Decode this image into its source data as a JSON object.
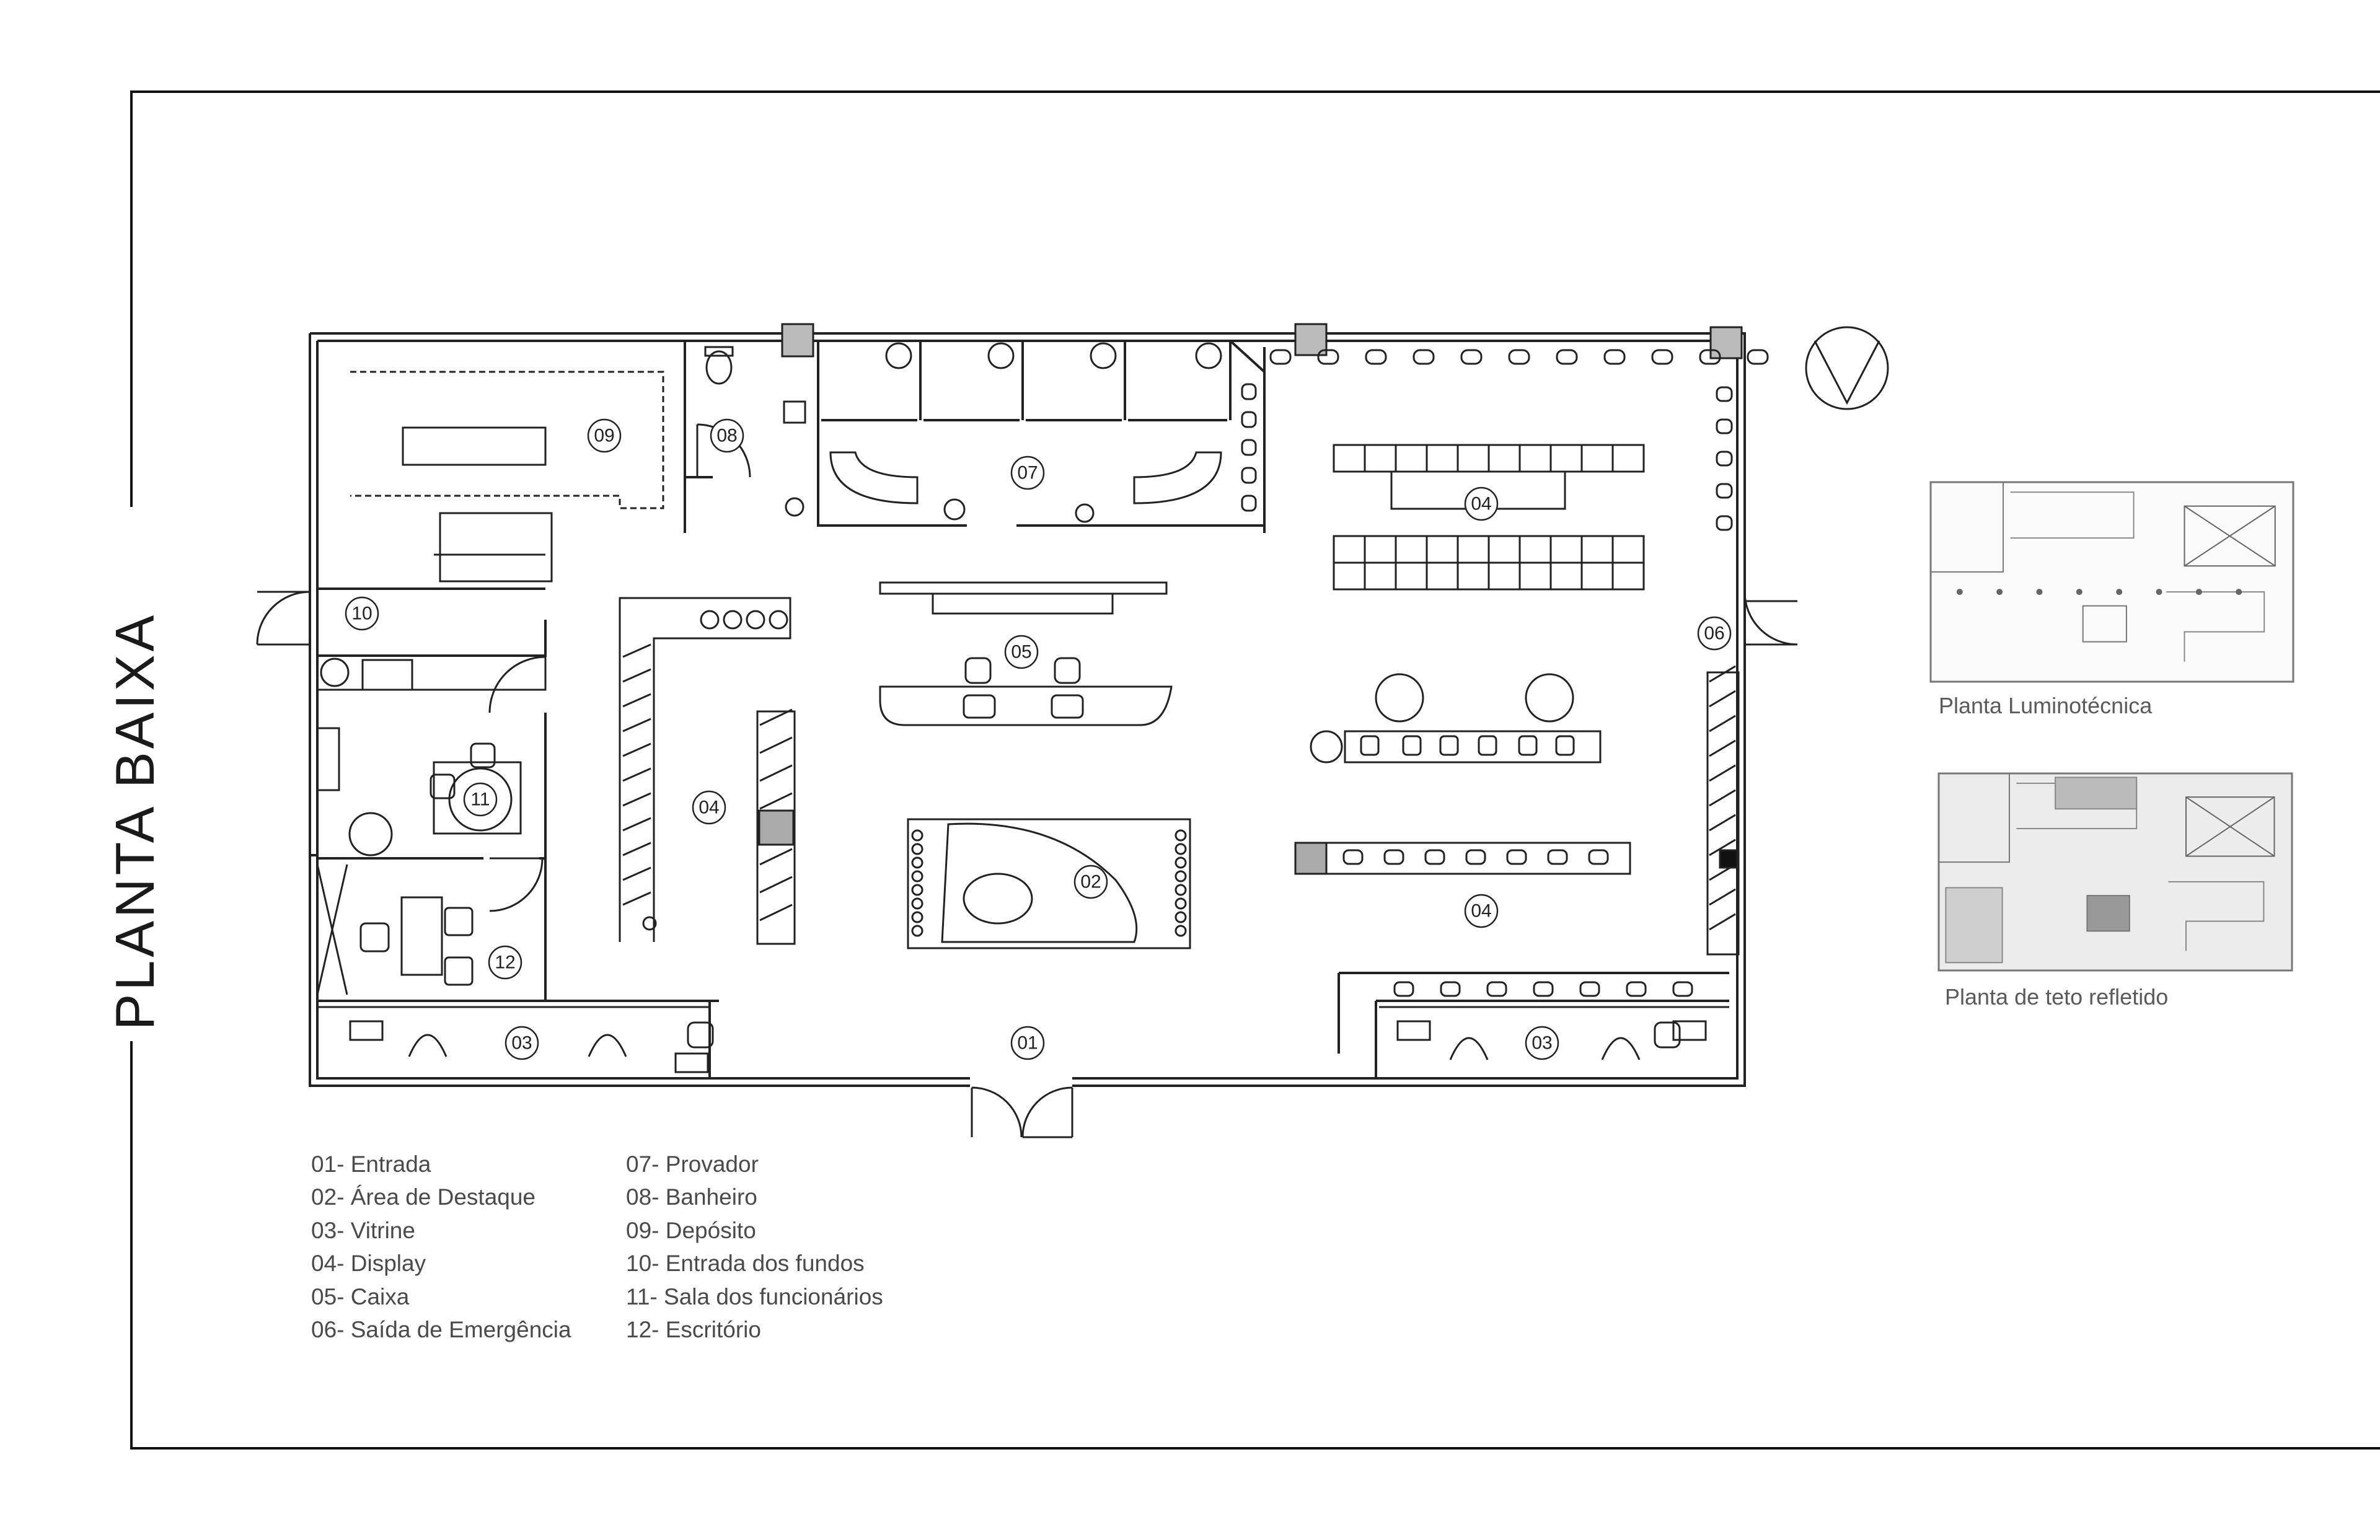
{
  "title": "PLANTA BAIXA",
  "room_tags": [
    "01",
    "02",
    "03",
    "03",
    "04",
    "04",
    "04",
    "05",
    "06",
    "07",
    "08",
    "09",
    "10",
    "11",
    "12"
  ],
  "legend": {
    "left": [
      "01- Entrada",
      "02- Área de Destaque",
      "03- Vitrine",
      "04- Display",
      "05- Caixa",
      "06- Saída de Emergência"
    ],
    "right": [
      "07- Provador",
      "08- Banheiro",
      "09- Depósito",
      "10- Entrada dos fundos",
      "11- Sala dos funcionários",
      "12- Escritório"
    ]
  },
  "thumbnails": [
    {
      "caption": "Planta Luminotécnica"
    },
    {
      "caption": "Planta de teto refletido"
    }
  ],
  "icons": [
    "north-arrow-icon",
    "door-swing-icon",
    "toilet-icon",
    "plant-icon",
    "chair-icon",
    "mannequin-icon"
  ],
  "colors": {
    "line": "#222222",
    "text": "#4a4a4a",
    "hatch": "#888888"
  }
}
